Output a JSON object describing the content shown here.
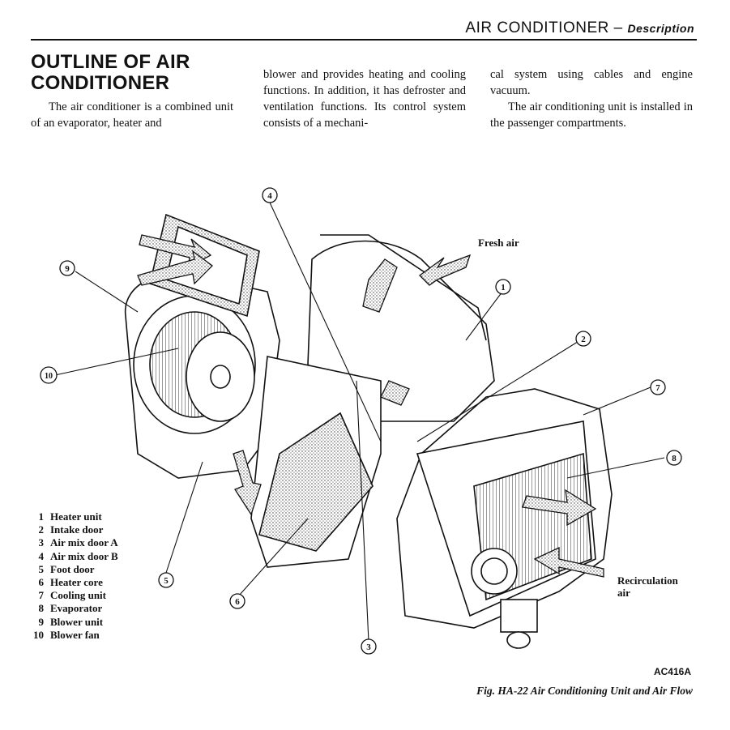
{
  "header": {
    "title": "AIR CONDITIONER",
    "separator": " – ",
    "subtitle": "Description"
  },
  "section": {
    "heading_line1": "OUTLINE OF AIR",
    "heading_line2": "CONDITIONER",
    "col1_p1": "The air conditioner is a combined unit of an evaporator, heater and",
    "col2_p1": "blower and provides heating and cooling functions. In addition, it has defroster and ventilation functions. Its control system consists of a mechani-",
    "col3_p1": "cal system using cables and engine vacuum.",
    "col3_p2": "The air conditioning unit is installed in the passenger compartments."
  },
  "figure": {
    "labels": {
      "fresh_air": "Fresh air",
      "recirculation_line1": "Recirculation",
      "recirculation_line2": "air"
    },
    "callouts": [
      "1",
      "2",
      "3",
      "4",
      "5",
      "6",
      "7",
      "8",
      "9",
      "10"
    ],
    "code": "AC416A",
    "caption": "Fig. HA-22  Air Conditioning Unit and Air Flow"
  },
  "legend": [
    {
      "num": "1",
      "label": "Heater unit"
    },
    {
      "num": "2",
      "label": "Intake door"
    },
    {
      "num": "3",
      "label": "Air mix door A"
    },
    {
      "num": "4",
      "label": "Air mix door B"
    },
    {
      "num": "5",
      "label": "Foot door"
    },
    {
      "num": "6",
      "label": "Heater core"
    },
    {
      "num": "7",
      "label": "Cooling unit"
    },
    {
      "num": "8",
      "label": "Evaporator"
    },
    {
      "num": "9",
      "label": "Blower unit"
    },
    {
      "num": "10",
      "label": "Blower fan"
    }
  ]
}
